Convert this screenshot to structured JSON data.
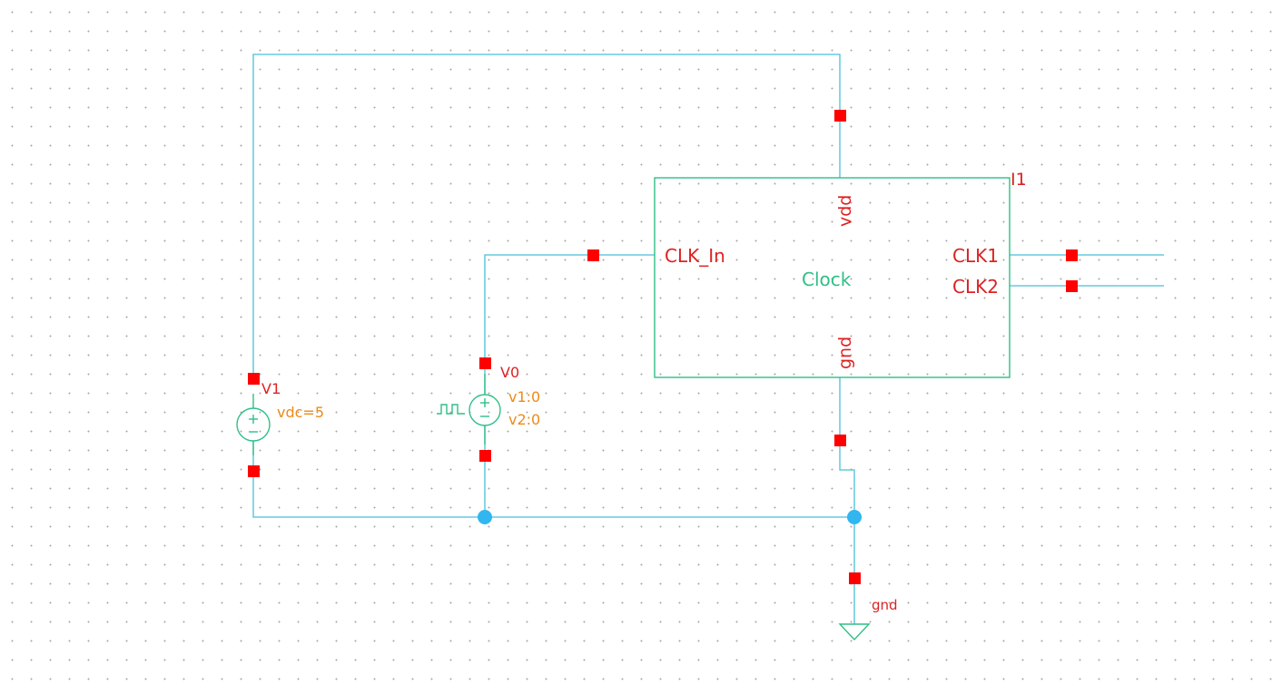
{
  "colors": {
    "wire": "#48bfd8",
    "symbol": "#2fbf86",
    "pin": "#ff0000",
    "junction": "#31b6f0",
    "label_red": "#dd2222",
    "param_orange": "#ee8a18"
  },
  "instance": {
    "name": "I1",
    "cell": "Clock",
    "pins": {
      "vdd": "vdd",
      "gnd": "gnd",
      "clk_in": "CLK_In",
      "clk1": "CLK1",
      "clk2": "CLK2"
    }
  },
  "sources": {
    "v1": {
      "name": "V1",
      "param": "vdc=5"
    },
    "v0": {
      "name": "V0",
      "param1": "v1:0",
      "param2": "v2:0"
    }
  },
  "ground": {
    "label": "gnd"
  },
  "icons": [
    "dc-source-icon",
    "pulse-source-icon",
    "ground-icon",
    "pin-marker",
    "junction-dot"
  ]
}
